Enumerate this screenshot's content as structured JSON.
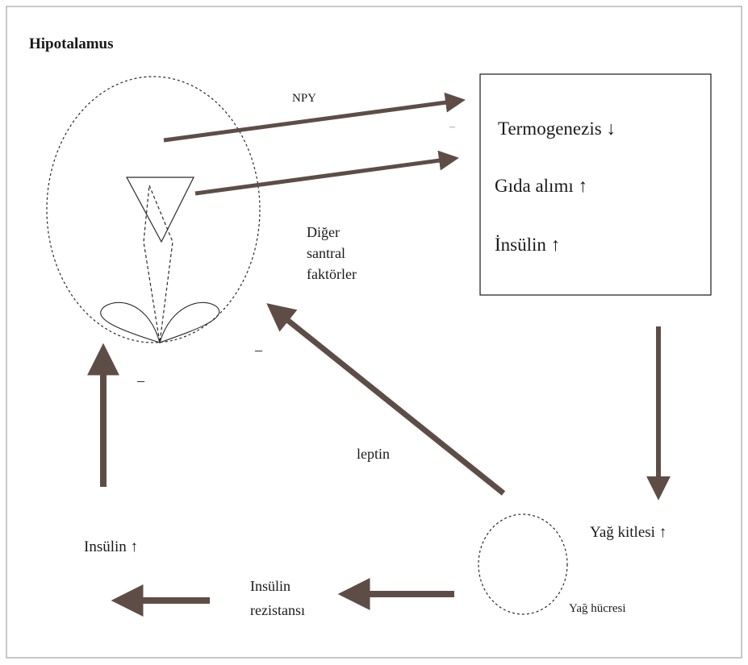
{
  "hypothalamus": {
    "title": "Hipotalamus",
    "npy_label": "NPY",
    "other_factors": [
      "Diğer",
      "santral",
      "faktörler"
    ]
  },
  "effects_box": {
    "items": [
      "Termogenezis ↓",
      "Gıda alımı ↑",
      "İnsülin ↑"
    ]
  },
  "fat": {
    "mass_label": "Yağ kitlesi ↑",
    "cell_label": "Yağ hücresi"
  },
  "leptin_label": "leptin",
  "insulin_resistance": [
    "Insülin",
    "rezistansı"
  ],
  "insulin_left": "Insülin ↑",
  "inhibition_signs": [
    "–",
    "–",
    "–"
  ],
  "colors": {
    "arrow": "#5e4d47",
    "line": "#2a2a2a",
    "background": "#ffffff"
  }
}
